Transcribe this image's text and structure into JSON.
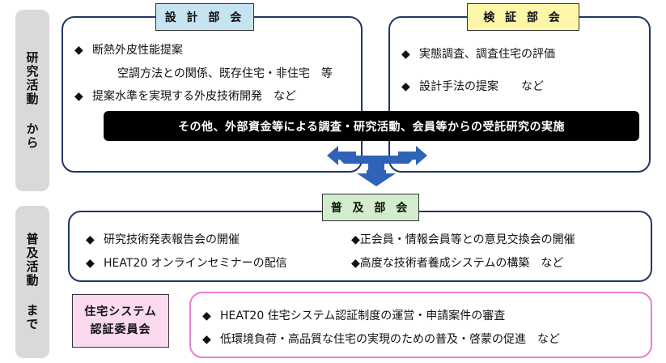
{
  "side": {
    "research": "研究活動 から",
    "spread": "普及活動 まで"
  },
  "design": {
    "title": "設 計 部 会",
    "items": [
      "断熱外皮性能提案",
      "空調方法との関係、既存住宅・非住宅　等",
      "提案水準を実現する外皮技術開発　など"
    ]
  },
  "verify": {
    "title": "検 証 部 会",
    "items": [
      "実態調査、調査住宅の評価",
      "設計手法の提案　　など"
    ]
  },
  "banner": "その他、外部資金等による調査・研究活動、会員等からの受託研究の実施",
  "promo": {
    "title": "普 及 部 会",
    "left": [
      "研究技術発表報告会の開催",
      "HEAT20  オンラインセミナーの配信"
    ],
    "right": [
      "◆正会員・情報会員等との意見交換会の開催",
      "◆高度な技術者養成システムの構築　など"
    ]
  },
  "cert": {
    "title_line1": "住宅システム",
    "title_line2": "認証委員会",
    "items": [
      "HEAT20  住宅システム認証制度の運営・申請案件の審査",
      "低環境負荷・高品質な住宅の実現のための普及・啓蒙の促進　など"
    ]
  },
  "bullet": "◆",
  "colors": {
    "navy": "#1f3863",
    "arrow": "#2e63b8",
    "pink": "#e57fd1"
  }
}
